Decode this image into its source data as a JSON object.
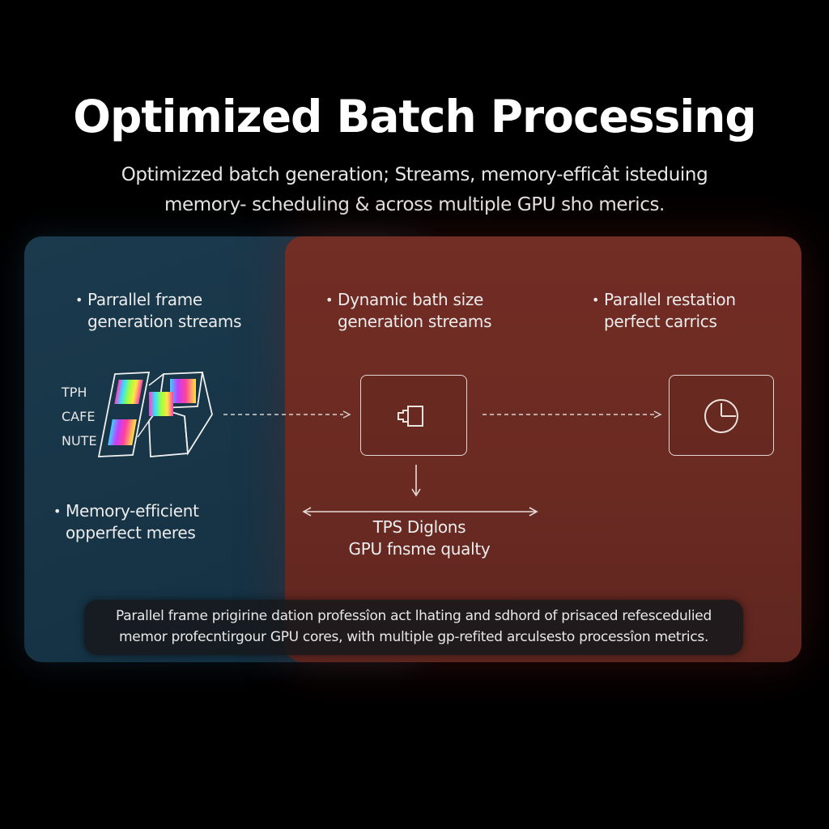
{
  "title": "Optimized Batch Processing",
  "subtitle": {
    "line1": "Optimizzed batch generation; Streams, memory-efficât isteduing",
    "line2": "memory- scheduling & across multiple GPU sho merics."
  },
  "bullets": {
    "left_top": {
      "line1": "Parrallel frame",
      "line2": "generation streams"
    },
    "middle_top": {
      "line1": "Dynamic bath size",
      "line2": "generation streams"
    },
    "right_top": {
      "line1": "Parallel restation",
      "line2": "perfect carrics"
    },
    "left_bottom": {
      "line1": "Memory-efficient",
      "line2": "opperfect meres"
    }
  },
  "side_labels": [
    "TPH",
    "CAFE",
    "NUTE"
  ],
  "middle_label": {
    "line1": "TPS Diglons",
    "line2": "GPU fnsme qualty"
  },
  "caption": {
    "line1": "Parallel frame prigirine dation professîon act lhating and sdhord of prisaced refescedulied",
    "line2": "memor profecntirgour GPU cores, with multiple gp-refited arculsesto processîon metrics."
  },
  "icons": {
    "stack": "frame-stack-icon",
    "middle_box": "gpu-connector-icon",
    "right_box": "clock-icon"
  },
  "colors": {
    "left_panel": "#173547",
    "right_panel": "#6a2a22",
    "caption_bg": "#16181c",
    "text": "#e8e8e8",
    "line": "#e2d6d2"
  }
}
